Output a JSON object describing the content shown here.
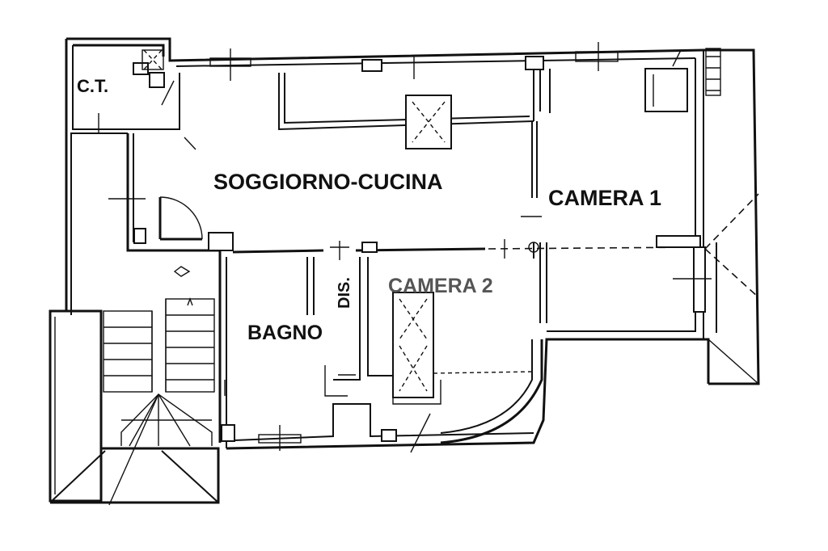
{
  "rooms": {
    "ct": "C.T.",
    "soggiorno_cucina": "SOGGIORNO-CUCINA",
    "camera_1": "CAMERA 1",
    "camera_2": "CAMERA 2",
    "bagno": "BAGNO",
    "disimpegno": "DIS."
  },
  "colors": {
    "ink": "#111111",
    "background": "#ffffff"
  }
}
